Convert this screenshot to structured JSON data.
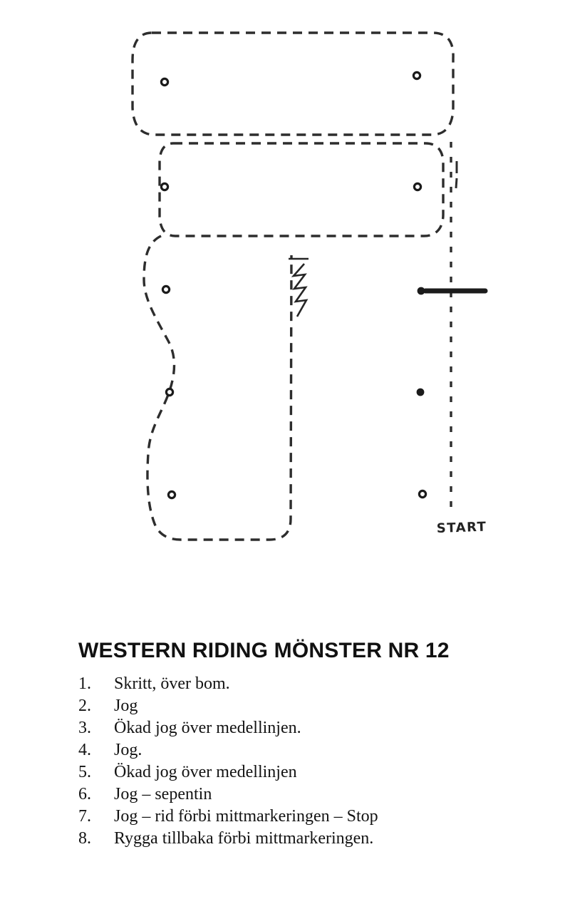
{
  "title": "WESTERN RIDING MÖNSTER NR 12",
  "diagram": {
    "start_label": "START"
  },
  "instructions": [
    {
      "num": "1.",
      "text": "Skritt, över bom."
    },
    {
      "num": "2.",
      "text": "Jog"
    },
    {
      "num": "3.",
      "text": "Ökad jog över medellinjen."
    },
    {
      "num": "4.",
      "text": "Jog."
    },
    {
      "num": "5.",
      "text": "Ökad jog över medellinjen"
    },
    {
      "num": "6.",
      "text": "Jog – sepentin"
    },
    {
      "num": "7.",
      "text": "Jog – rid förbi mittmarkeringen – Stop"
    },
    {
      "num": "8.",
      "text": "Rygga tillbaka förbi mittmarkeringen."
    }
  ]
}
